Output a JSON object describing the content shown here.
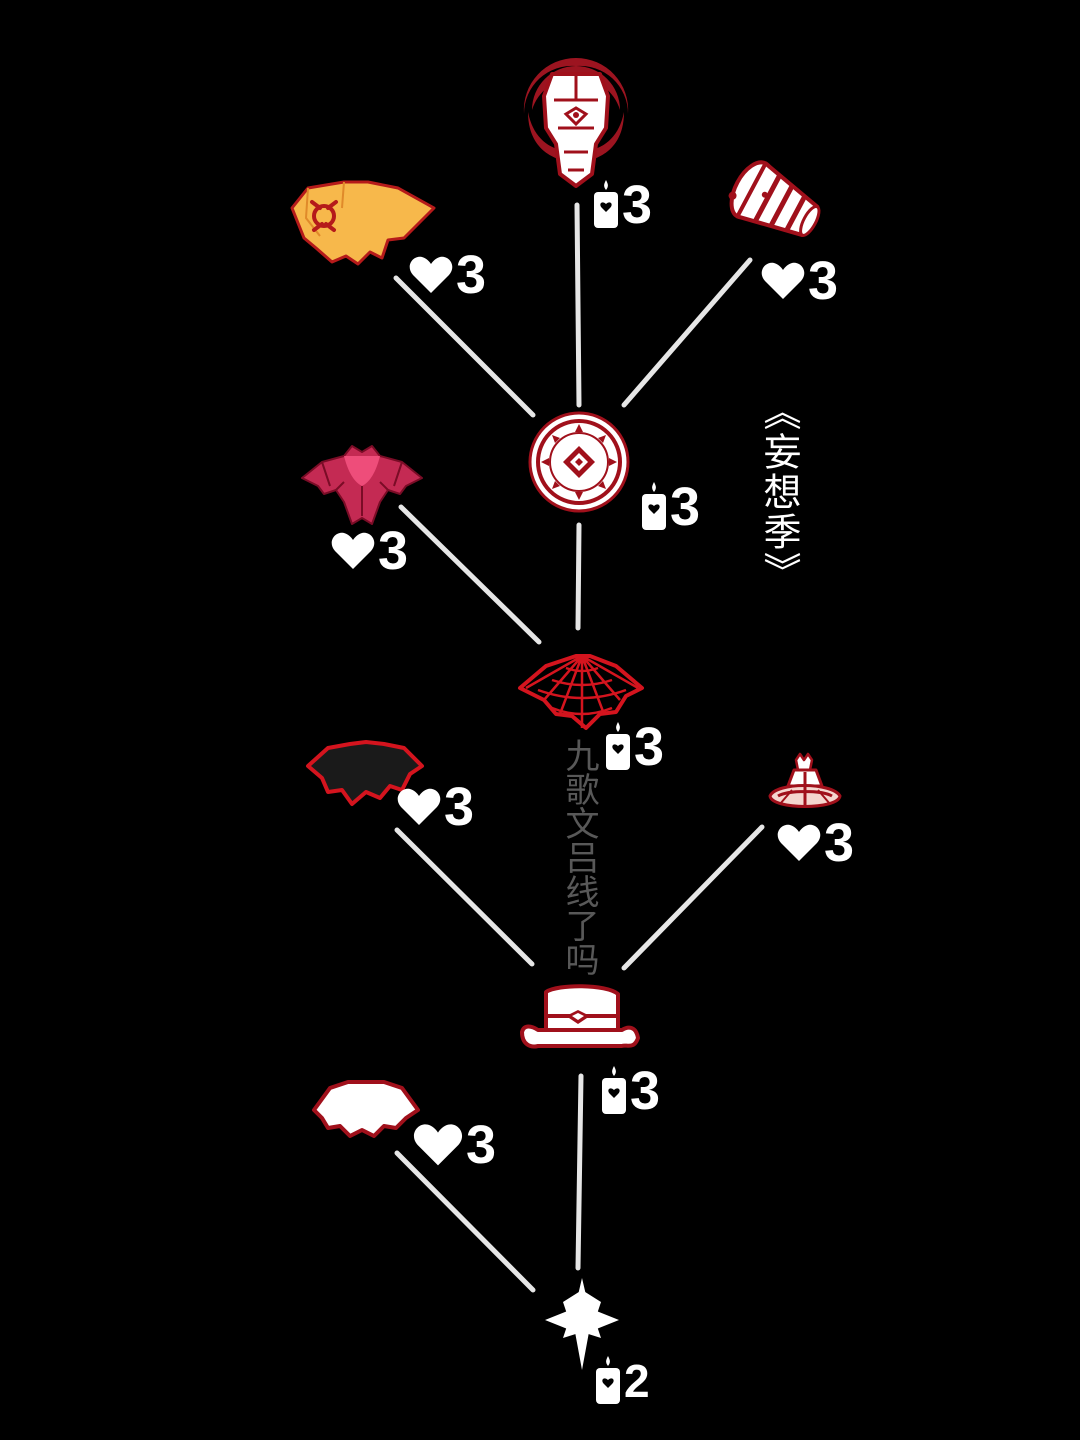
{
  "season_label": "《妄想季》",
  "watermark": "九歌文吕线了吗",
  "colors": {
    "background": "#000000",
    "line": "#e6e6e6",
    "accent_red": "#c1121f",
    "accent_yellow": "#f7b84b",
    "accent_pink": "#c42a53",
    "text": "#ffffff"
  },
  "nodes": [
    {
      "id": "mask",
      "icon": "crescent-mask-icon",
      "cost_type": "candle",
      "cost_icon": "candle-icon",
      "cost": "3"
    },
    {
      "id": "yellow-cape",
      "icon": "yellow-cape-icon",
      "cost_type": "heart",
      "cost_icon": "heart-icon",
      "cost": "3"
    },
    {
      "id": "drum",
      "icon": "drum-icon",
      "cost_type": "heart",
      "cost_icon": "heart-icon",
      "cost": "3"
    },
    {
      "id": "medallion",
      "icon": "medallion-icon",
      "cost_type": "candle",
      "cost_icon": "candle-icon",
      "cost": "3"
    },
    {
      "id": "pink-shawl",
      "icon": "pink-shawl-icon",
      "cost_type": "heart",
      "cost_icon": "heart-icon",
      "cost": "3"
    },
    {
      "id": "web-cape",
      "icon": "spider-web-cape-icon",
      "cost_type": "candle",
      "cost_icon": "candle-icon",
      "cost": "3"
    },
    {
      "id": "bat-cape",
      "icon": "bat-wing-cape-icon",
      "cost_type": "heart",
      "cost_icon": "heart-icon",
      "cost": "3"
    },
    {
      "id": "lantern-hat",
      "icon": "lantern-hat-icon",
      "cost_type": "heart",
      "cost_icon": "heart-icon",
      "cost": "3"
    },
    {
      "id": "top-hat",
      "icon": "top-hat-icon",
      "cost_type": "candle",
      "cost_icon": "candle-icon",
      "cost": "3"
    },
    {
      "id": "white-collar",
      "icon": "white-collar-icon",
      "cost_type": "heart",
      "cost_icon": "heart-icon",
      "cost": "3"
    },
    {
      "id": "star",
      "icon": "star-icon",
      "cost_type": "candle",
      "cost_icon": "candle-icon",
      "cost": "2"
    }
  ]
}
